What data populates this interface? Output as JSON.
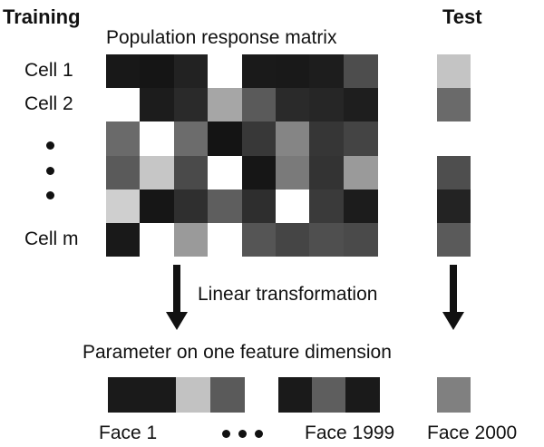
{
  "titles": {
    "training": "Training",
    "test": "Test",
    "matrix": "Population response matrix",
    "transform": "Linear transformation",
    "parameter": "Parameter on one feature dimension"
  },
  "row_labels": {
    "first": "Cell 1",
    "second": "Cell 2",
    "last": "Cell m"
  },
  "face_labels": {
    "first": "Face 1",
    "second_last": "Face 1999",
    "last": "Face 2000"
  },
  "matrix": {
    "rows": [
      [
        "#181818",
        "#151515",
        "#222222",
        "#ffffff",
        "#1a1a1a",
        "#191919",
        "#1d1d1d",
        "#4d4d4d"
      ],
      [
        "#ffffff",
        "#1c1c1c",
        "#2a2a2a",
        "#a6a6a6",
        "#5a5a5a",
        "#2a2a2a",
        "#262626",
        "#1e1e1e"
      ],
      [
        "#6a6a6a",
        "#ffffff",
        "#6c6c6c",
        "#141414",
        "#383838",
        "#858585",
        "#363636",
        "#444444"
      ],
      [
        "#5a5a5a",
        "#c6c6c6",
        "#4a4a4a",
        "#ffffff",
        "#161616",
        "#7a7a7a",
        "#333333",
        "#9a9a9a"
      ],
      [
        "#cfcfcf",
        "#161616",
        "#2f2f2f",
        "#5e5e5e",
        "#2e2e2e",
        "#ffffff",
        "#3a3a3a",
        "#1c1c1c"
      ],
      [
        "#191919",
        "#ffffff",
        "#9a9a9a",
        "#ffffff",
        "#555555",
        "#454545",
        "#4f4f4f",
        "#4a4a4a"
      ]
    ]
  },
  "test_column": [
    "#c4c4c4",
    "#6a6a6a",
    "#ffffff",
    "#4e4e4e",
    "#232323",
    "#5a5a5a"
  ],
  "parameter_bar": {
    "training_values": [
      "#1a1a1a",
      "#1a1a1a",
      "#c2c2c2",
      "#5a5a5a"
    ],
    "training_tail_values": [
      "#1a1a1a",
      "#5e5e5e",
      "#1a1a1a"
    ],
    "test_value": "#808080"
  }
}
